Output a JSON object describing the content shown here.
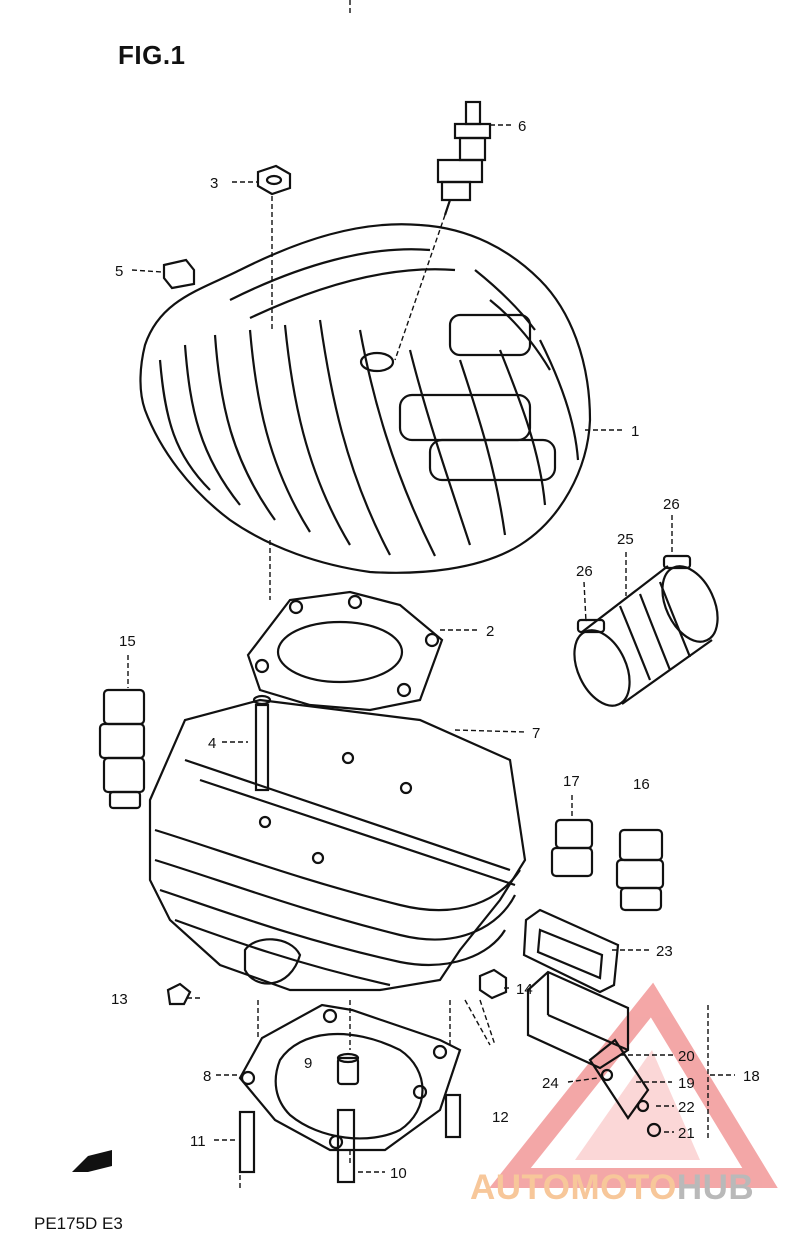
{
  "figure": {
    "title": "FIG.1",
    "code": "PE175D E3"
  },
  "callouts": {
    "c1": "1",
    "c2": "2",
    "c3": "3",
    "c4": "4",
    "c5": "5",
    "c6": "6",
    "c7": "7",
    "c8": "8",
    "c9": "9",
    "c10": "10",
    "c11": "11",
    "c12": "12",
    "c13": "13",
    "c14": "14",
    "c15": "15",
    "c16": "16",
    "c17": "17",
    "c18": "18",
    "c19": "19",
    "c20": "20",
    "c21": "21",
    "c22": "22",
    "c23": "23",
    "c24": "24",
    "c25": "25",
    "c26a": "26",
    "c26b": "26"
  },
  "watermark": {
    "part1": "AUTOMOTO",
    "part2": "HUB",
    "color_primary": "#f7c79a",
    "color_secondary": "#b9b9b9",
    "triangle_color": "#f08a8a"
  }
}
